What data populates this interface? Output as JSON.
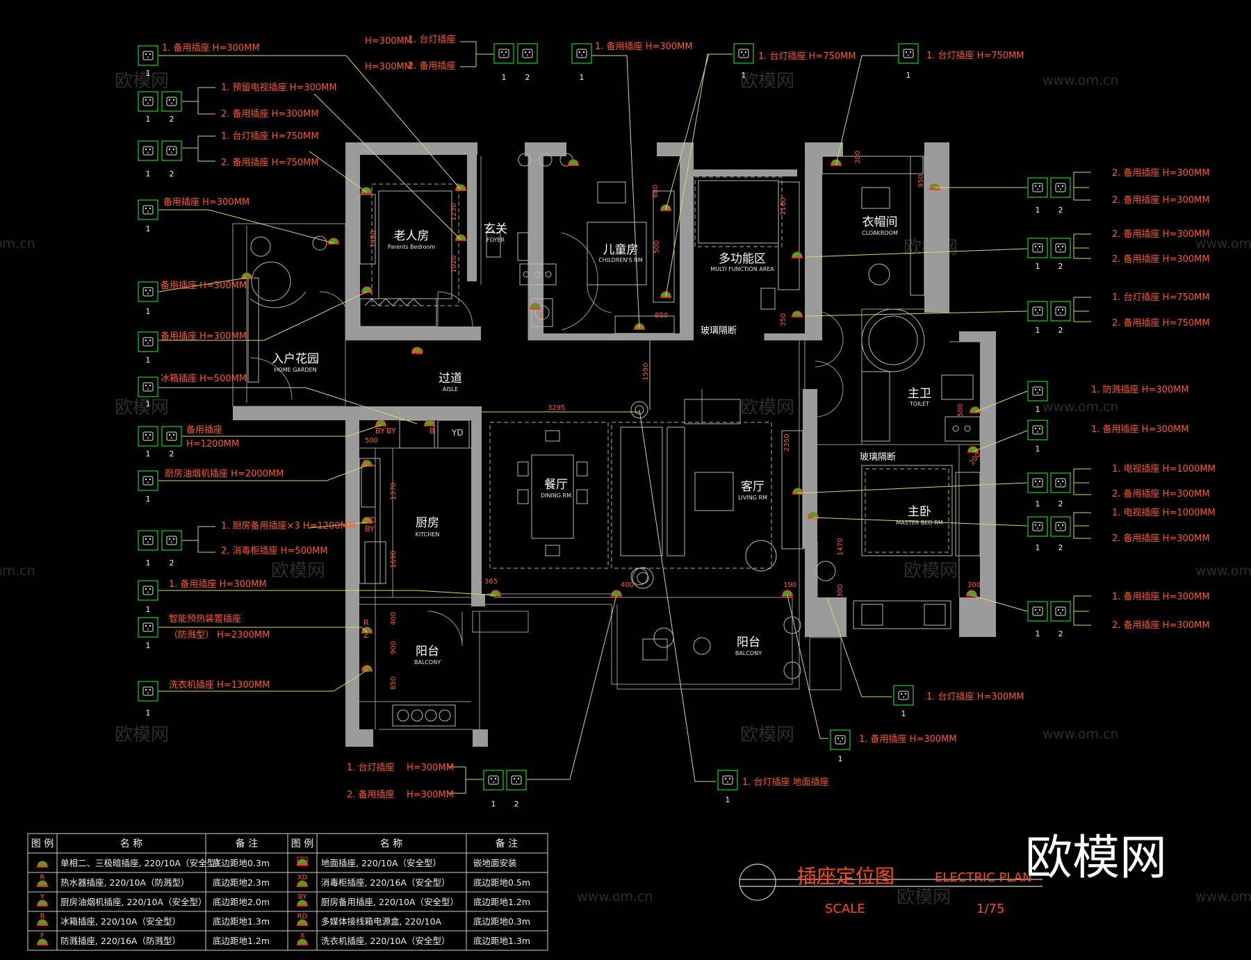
{
  "rooms": {
    "parents_bedroom": {
      "cn": "老人房",
      "en": "Parents Bedroom"
    },
    "foyer": {
      "cn": "玄关",
      "en": "FOYER"
    },
    "childrens_room": {
      "cn": "儿童房",
      "en": "CHILDREN'S RM"
    },
    "multi_function": {
      "cn": "多功能区",
      "en": "MULTI FUNCTION AREA"
    },
    "cloakroom": {
      "cn": "衣帽间",
      "en": "CLOAKROOM"
    },
    "home_garden": {
      "cn": "入户花园",
      "en": "HOME GARDEN"
    },
    "aisle": {
      "cn": "过道",
      "en": "AISLE"
    },
    "toilet": {
      "cn": "主卫",
      "en": "TOILET"
    },
    "dining": {
      "cn": "餐厅",
      "en": "DINING RM"
    },
    "living": {
      "cn": "客厅",
      "en": "LIVING RM"
    },
    "kitchen": {
      "cn": "厨房",
      "en": "KITCHEN"
    },
    "master_bed": {
      "cn": "主卧",
      "en": "MASTER BED RM"
    },
    "balcony_small": {
      "cn": "阳台",
      "en": "BALCONY"
    },
    "balcony_large": {
      "cn": "阳台",
      "en": "BALCONY"
    },
    "glass_partition_1": {
      "cn": "玻璃隔断"
    },
    "glass_partition_2": {
      "cn": "玻璃隔断"
    }
  },
  "dimensions": {
    "d1230": "1230",
    "d1020": "1020",
    "d1480": "1480",
    "d680": "680",
    "d850": "850",
    "d1590": "1590",
    "d3295": "3295",
    "d1370": "1370",
    "d1690": "1690",
    "d400a": "400",
    "d900": "900",
    "d850b": "850",
    "d365": "365",
    "d400b": "400",
    "d190": "190",
    "d2350": "2350",
    "d1470": "1470",
    "d300a": "300",
    "d300b": "300",
    "d300c": "300",
    "d500": "500",
    "d950": "950",
    "d200": "200",
    "d500b": "500",
    "d350": "350",
    "d500c": "500",
    "d1160": "1160"
  },
  "markers": {
    "rd": "RD",
    "b": "B",
    "by": "BY",
    "by2": "BY",
    "yd": "YD",
    "y": "Y",
    "xd": "XD",
    "by3": "BY",
    "r": "R",
    "z": "Z",
    "x": "X",
    "f": "F"
  },
  "callouts": {
    "c_l1": {
      "n1": "1",
      "t1": "1. 备用插座  H=300MM"
    },
    "c_l2": {
      "n1": "1",
      "n2": "2",
      "t1": "1. 预留电视插座  H=300MM",
      "t2": "2. 备用插座     H=300MM"
    },
    "c_l3": {
      "n1": "1",
      "n2": "2",
      "t1": "1. 台灯插座     H=750MM",
      "t2": "2. 备用插座     H=750MM"
    },
    "c_l4": {
      "n1": "1",
      "t1": "备用插座  H=300MM"
    },
    "c_l5": {
      "n1": "1",
      "t1": "备用插座  H=300MM"
    },
    "c_l6": {
      "n1": "1",
      "t1": "备用插座  H=300MM"
    },
    "c_l7": {
      "n1": "1",
      "t1": "冰箱插座  H=500MM"
    },
    "c_l8": {
      "n1": "1",
      "n2": "2",
      "t1": "备用插座",
      "t2": "H=1200MM"
    },
    "c_l9": {
      "n1": "1",
      "t1": "厨房油烟机插座  H=2000MM"
    },
    "c_l10": {
      "n1": "1",
      "n2": "2",
      "t1": "1. 厨房备用插座×3  H=1200MM",
      "t2": "2. 消毒柜插座  H=500MM"
    },
    "c_l11": {
      "n1": "1",
      "t1": "1. 备用插座  H=300MM"
    },
    "c_l12": {
      "n1": "1",
      "t1": "智能预热装置插座",
      "t2": "（防溅型）  H=2300MM"
    },
    "c_l13": {
      "n1": "1",
      "t1": "洗衣机插座  H=1300MM"
    },
    "c_t1": {
      "n1": "1",
      "n2": "2",
      "h1": "H=300MM",
      "h2": "H=300MM",
      "t1": "1. 台灯插座",
      "t2": "2. 备用插座"
    },
    "c_t2": {
      "n1": "1",
      "t1": "1. 备用插座  H=300MM"
    },
    "c_t3": {
      "n1": "1",
      "t1": "1. 台灯插座  H=750MM"
    },
    "c_t4": {
      "n1": "1",
      "t1": "1. 台灯插座  H=750MM"
    },
    "c_r1": {
      "n1": "1",
      "n2": "2",
      "t1": "2. 备用插座   H=300MM",
      "t2": "2. 备用插座   H=300MM"
    },
    "c_r2": {
      "n1": "1",
      "n2": "2",
      "t1": "2. 备用插座     H=300MM",
      "t2": "2. 备用插座     H=300MM"
    },
    "c_r3": {
      "n1": "1",
      "n2": "2",
      "t1": "1. 台灯插座     H=750MM",
      "t2": "2. 备用插座     H=750MM"
    },
    "c_r4": {
      "n1": "1",
      "t1": "1. 防溅插座          H=300MM"
    },
    "c_r5": {
      "n1": "1",
      "t1": "1. 备用插座          H=300MM"
    },
    "c_r6": {
      "n1": "1",
      "n2": "2",
      "t1": "1. 电视插座  H=1000MM",
      "t2": "2. 备用插座     H=300MM"
    },
    "c_r7": {
      "n1": "1",
      "n2": "2",
      "t1": "1. 电视插座  H=1000MM",
      "t2": "2. 备用插座     H=300MM"
    },
    "c_r8": {
      "n1": "1",
      "n2": "2",
      "t1": "1. 备用插座     H=300MM",
      "t2": "2. 备用插座     H=300MM"
    },
    "c_b1": {
      "n1": "1",
      "t1": "1. 台灯插座     H=300MM"
    },
    "c_b2": {
      "n1": "1",
      "t1": "1. 备用插座      H=300MM"
    },
    "c_b3": {
      "n1": "1",
      "t1": "1. 台灯插座    地面插座"
    },
    "c_b4": {
      "n1": "1",
      "n2": "2",
      "t1": "1. 台灯插座",
      "h1": "H=300MM",
      "t2": "2. 备用插座",
      "h2": "H=300MM"
    }
  },
  "legend": {
    "headers": [
      "图 例",
      "名   称",
      "备   注",
      "图 例",
      "名   称",
      "备   注"
    ],
    "rows": [
      {
        "sym_l": "",
        "name_l": "单相二、三极暗插座, 220/10A（安全型）",
        "note_l": "底边距地0.3m",
        "sym_r": "",
        "name_r": "地面插座, 220/10A（安全型）",
        "note_r": "嵌地面安装"
      },
      {
        "sym_l": "R",
        "name_l": "热水器插座, 220/10A（防溅型）",
        "note_l": "底边距地2.3m",
        "sym_r": "XD",
        "name_r": "消毒柜插座, 220/16A（安全型）",
        "note_r": "底边距地0.5m"
      },
      {
        "sym_l": "Y",
        "name_l": "厨房油烟机插座, 220/10A（安全型）",
        "note_l": "底边距地2.0m",
        "sym_r": "BY",
        "name_r": "厨房备用插座, 220/10A（安全型）",
        "note_r": "底边距地1.2m"
      },
      {
        "sym_l": "B",
        "name_l": "冰箱插座, 220/10A（安全型）",
        "note_l": "底边距地1.3m",
        "sym_r": "RD",
        "name_r": "多媒体接线箱电源盒, 220/10A",
        "note_r": "底边距地0.3m"
      },
      {
        "sym_l": "F",
        "name_l": "防溅插座, 220/16A（防溅型）",
        "note_l": "底边距地1.2m",
        "sym_r": "X",
        "name_r": "洗衣机插座, 220/10A（安全型）",
        "note_r": "底边距地1.3m"
      }
    ]
  },
  "title_block": {
    "title_cn": "插座定位图",
    "title_en": "ELECTRIC PLAN",
    "scale_label": "SCALE",
    "scale_value": "1/75"
  },
  "watermarks": {
    "logo": "欧模网",
    "small": "欧模网",
    "url": "www.om.cn",
    "partial": "om.cn"
  }
}
